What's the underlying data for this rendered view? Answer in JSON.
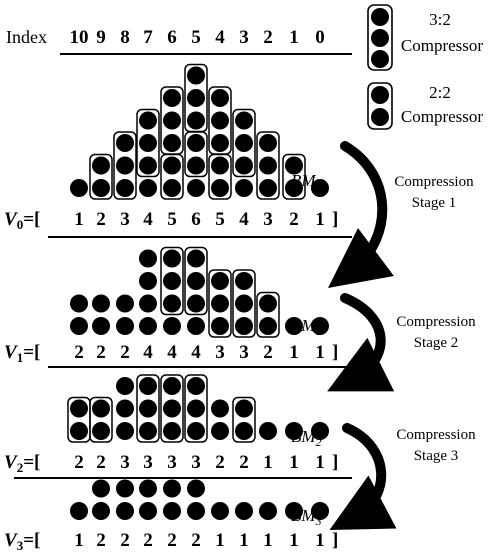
{
  "header": {
    "index_label": "Index",
    "columns": [
      "10",
      "9",
      "8",
      "7",
      "6",
      "5",
      "4",
      "3",
      "2",
      "1",
      "0"
    ]
  },
  "legend": {
    "compressor_3_2": {
      "ratio": "3:2",
      "word": "Compressor"
    },
    "compressor_2_2": {
      "ratio": "2:2",
      "word": "Compressor"
    }
  },
  "stages": [
    {
      "line1": "Compression",
      "line2": "Stage 1"
    },
    {
      "line1": "Compression",
      "line2": "Stage 2"
    },
    {
      "line1": "Compression",
      "line2": "Stage 3"
    }
  ],
  "matrices": [
    {
      "bm_base": "BM",
      "bm_sub": "0",
      "v_base": "V",
      "v_sub": "0",
      "v_prefix": "=[",
      "counts": [
        1,
        2,
        3,
        4,
        5,
        6,
        5,
        4,
        3,
        2,
        1
      ],
      "count_labels": [
        "1",
        "2",
        "3",
        "4",
        "5",
        "6",
        "5",
        "4",
        "3",
        "2",
        "1"
      ],
      "v_suffix": "]",
      "compressors": [
        {
          "type": "3:2",
          "columns": [
            9,
            8,
            7,
            6,
            5,
            4,
            3,
            2
          ]
        },
        {
          "type": "2:2",
          "columns": [
            9,
            8,
            7,
            6,
            5,
            4,
            3,
            2,
            1
          ]
        }
      ]
    },
    {
      "bm_base": "BM",
      "bm_sub": "1",
      "v_base": "V",
      "v_sub": "1",
      "v_prefix": "=[",
      "counts": [
        2,
        2,
        2,
        4,
        4,
        4,
        3,
        3,
        2,
        1,
        1
      ],
      "count_labels": [
        "2",
        "2",
        "2",
        "4",
        "4",
        "4",
        "3",
        "3",
        "2",
        "1",
        "1"
      ],
      "v_suffix": "]",
      "compressors": [
        {
          "type": "3:2",
          "columns": [
            6,
            5,
            4,
            3
          ]
        },
        {
          "type": "2:2",
          "columns": [
            2
          ]
        }
      ]
    },
    {
      "bm_base": "BM",
      "bm_sub": "2",
      "v_base": "V",
      "v_sub": "2",
      "v_prefix": "=[",
      "counts": [
        2,
        2,
        3,
        3,
        3,
        3,
        2,
        2,
        1,
        1,
        1
      ],
      "count_labels": [
        "2",
        "2",
        "3",
        "3",
        "3",
        "3",
        "2",
        "2",
        "1",
        "1",
        "1"
      ],
      "v_suffix": "]",
      "compressors": [
        {
          "type": "3:2",
          "columns": [
            7,
            6,
            5,
            4
          ]
        },
        {
          "type": "2:2",
          "columns": [
            10,
            9,
            3,
            2
          ]
        }
      ]
    },
    {
      "bm_base": "BM",
      "bm_sub": "3",
      "v_base": "V",
      "v_sub": "3",
      "v_prefix": "=[",
      "counts": [
        1,
        2,
        2,
        2,
        2,
        2,
        1,
        1,
        1,
        1,
        1
      ],
      "count_labels": [
        "1",
        "2",
        "2",
        "2",
        "2",
        "2",
        "1",
        "1",
        "1",
        "1",
        "1"
      ],
      "v_suffix": "]",
      "compressors": []
    }
  ]
}
